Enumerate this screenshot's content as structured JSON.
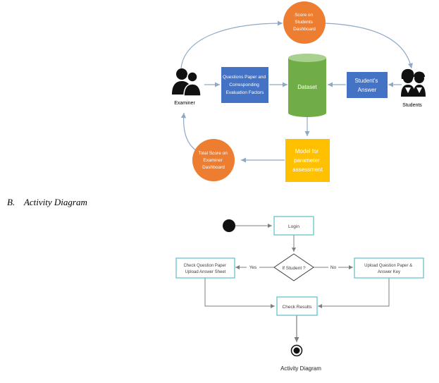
{
  "section_heading": "B.    Activity Diagram",
  "flow_diagram": {
    "nodes": {
      "score_students": [
        "Score on",
        "Students",
        "Dashboard"
      ],
      "examiner": "Examiner",
      "questions_paper": [
        "Questions Paper and",
        "Corresponding",
        "Evaluation Factors"
      ],
      "dataset": "Dataset",
      "students_answer": [
        "Student's",
        "Answer"
      ],
      "students": "Students",
      "total_score": [
        "Total Score on",
        "Examiner",
        "Dashboard"
      ],
      "model": [
        "Model for",
        "parameter",
        "assessment"
      ]
    },
    "colors": {
      "orange": "#ED7D31",
      "blue": "#4472C4",
      "green": "#70AD47",
      "yellow": "#FFC000",
      "arrow": "#8EA9C8"
    }
  },
  "activity_diagram": {
    "nodes": {
      "login": "Login",
      "decision": "If Student ?",
      "check_question": [
        "Check Question Paper",
        "Upload Answer Sheet"
      ],
      "upload_question": [
        "Upload Question Paper &",
        "Answer Key"
      ],
      "check_results": "Check Results"
    },
    "edge_labels": {
      "yes": "Yes",
      "no": "No"
    },
    "caption": "Activity Diagram",
    "colors": {
      "box_border": "#5BBFC9",
      "line": "#7F7F7F"
    }
  }
}
